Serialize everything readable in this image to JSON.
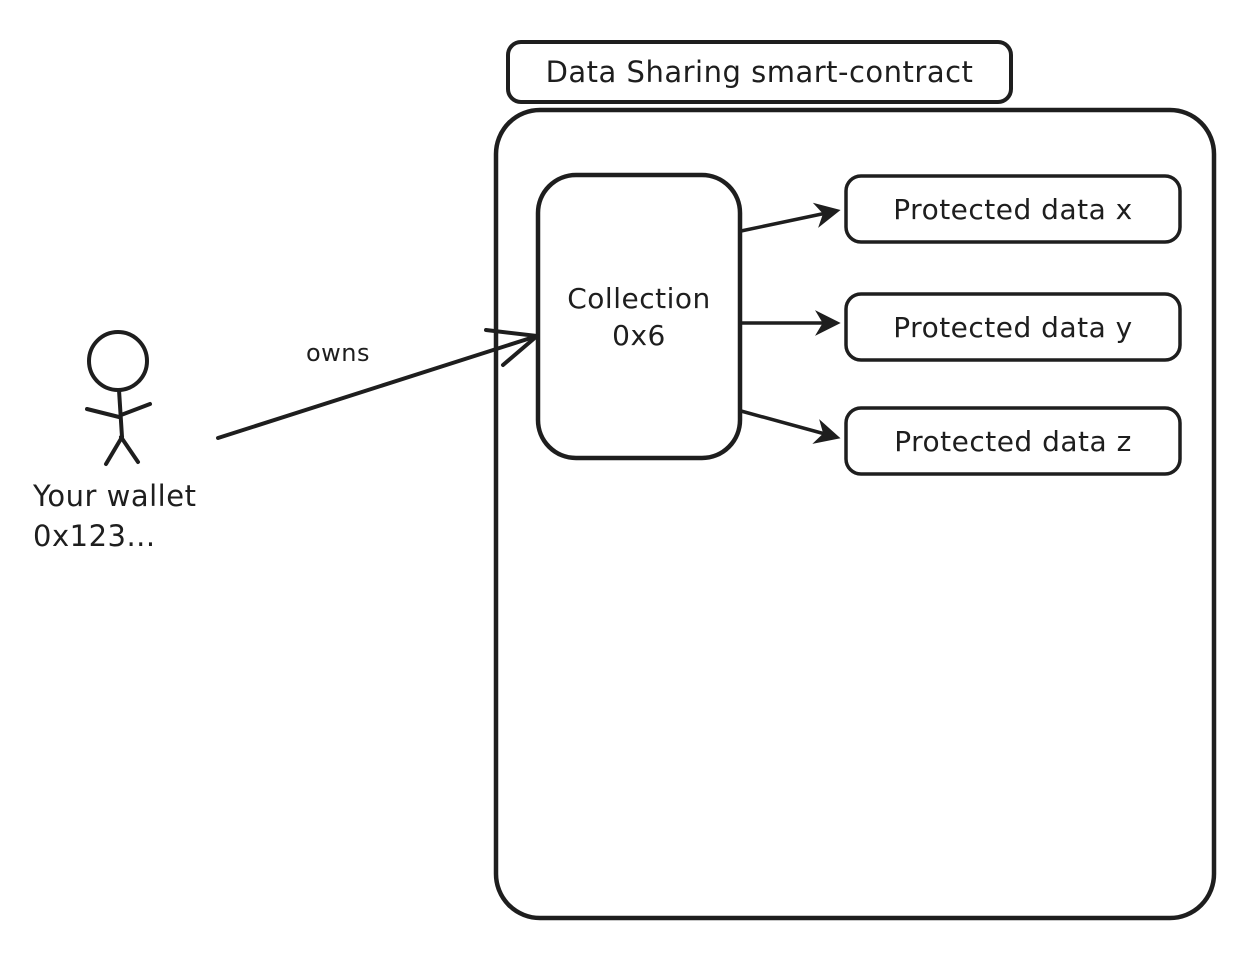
{
  "title": "Data Sharing smart-contract",
  "actor": {
    "name_line1": "Your wallet",
    "name_line2": "0x123..."
  },
  "relationship_label": "owns",
  "collection": {
    "label_line1": "Collection",
    "label_line2": "0x6"
  },
  "protected_data_items": [
    {
      "label": "Protected data x"
    },
    {
      "label": "Protected data y"
    },
    {
      "label": "Protected data z"
    }
  ],
  "colors": {
    "stroke": "#1e1e1e",
    "background": "#ffffff"
  }
}
